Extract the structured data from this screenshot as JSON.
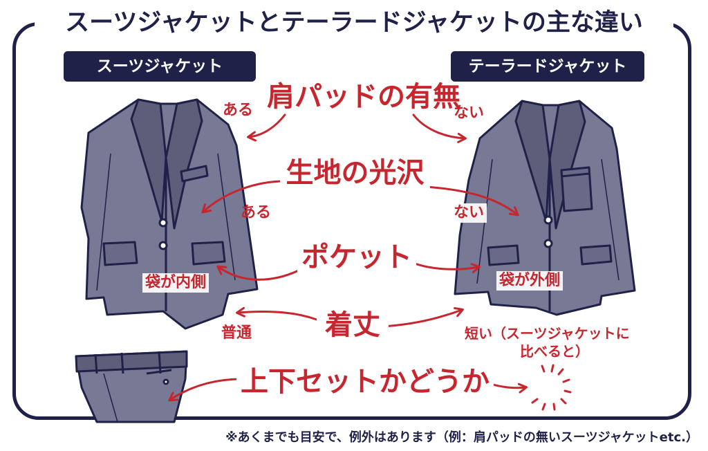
{
  "title": "スーツジャケットとテーラードジャケットの主な違い",
  "left_label": "スーツジャケット",
  "right_label": "テーラードジャケット",
  "criteria": [
    {
      "name": "肩パッドの有無",
      "left": "ある",
      "right": "ない"
    },
    {
      "name": "生地の光沢",
      "left": "ある",
      "right": "ない"
    },
    {
      "name": "ポケット",
      "left": "袋が内側",
      "right": "袋が外側"
    },
    {
      "name": "着丈",
      "left": "普通",
      "right_line1": "短い（スーツジャケットに",
      "right_line2": "比べると）"
    },
    {
      "name": "上下セットかどうか"
    }
  ],
  "footnote": "※あくまでも目安で、例外はあります（例：肩パッドの無いスーツジャケットetc.）",
  "colors": {
    "navy": "#1f2148",
    "red": "#c8262e",
    "jacket": "#777995",
    "jacket_dark": "#5c5e7a"
  }
}
